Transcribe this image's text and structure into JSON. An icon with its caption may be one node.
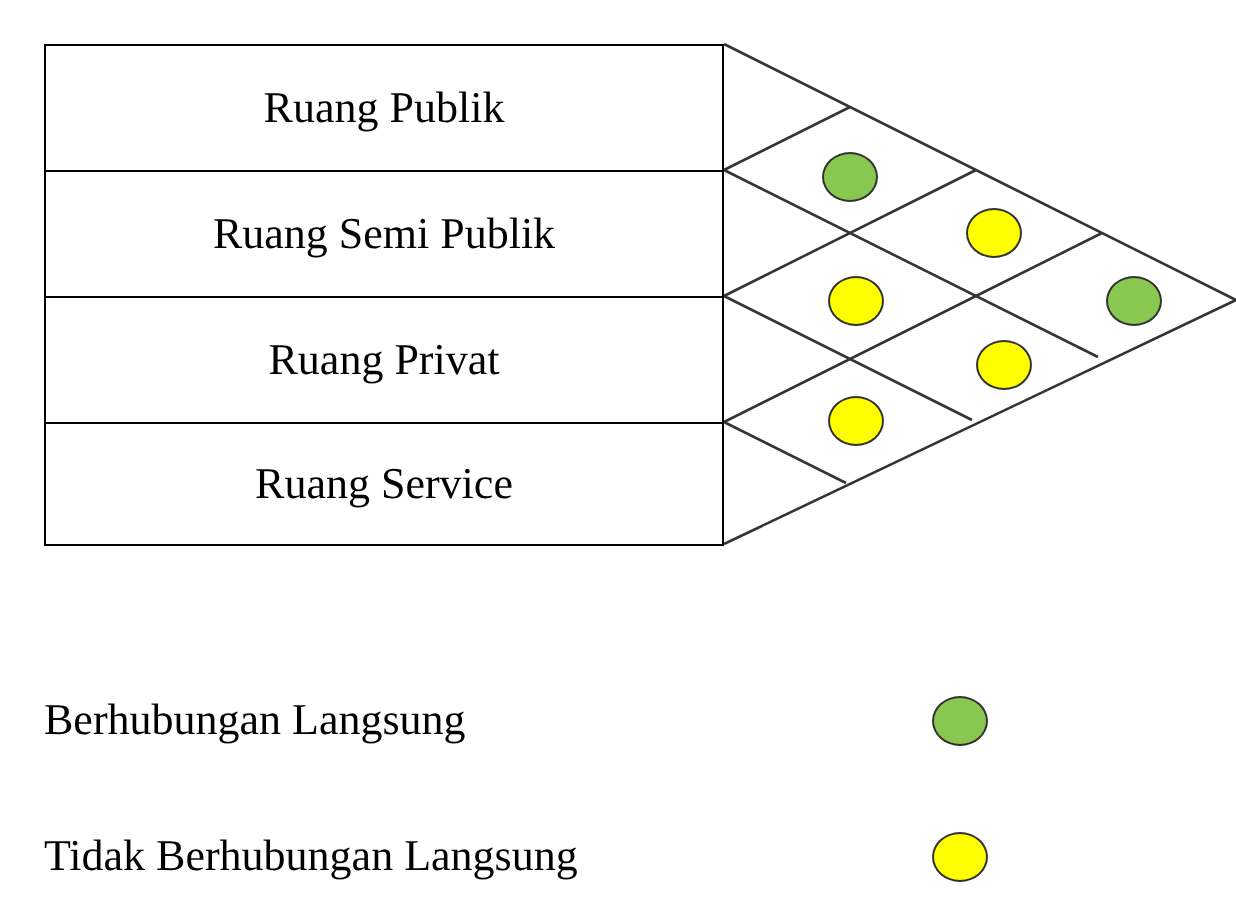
{
  "diagram": {
    "nodes": [
      {
        "text": [
          "Ruang Publik"
        ]
      },
      {
        "text": [
          "Ruang Semi Publik"
        ]
      },
      {
        "text": [
          "Ruang Privat"
        ]
      },
      {
        "text": [
          "Ruang Service"
        ]
      },
      {
        "text": [],
        "shape": "circle"
      },
      {
        "text": [],
        "shape": "circle"
      },
      {
        "text": [],
        "shape": "circle"
      },
      {
        "text": [],
        "shape": "circle"
      },
      {
        "text": [],
        "shape": "circle"
      },
      {
        "text": [],
        "shape": "circle"
      }
    ],
    "legend": [
      {
        "text": "Berhubungan Langsung",
        "color": "#88c850"
      },
      {
        "text": "Tidak Berhubungan Langsung",
        "color": "#ffff00"
      }
    ]
  }
}
